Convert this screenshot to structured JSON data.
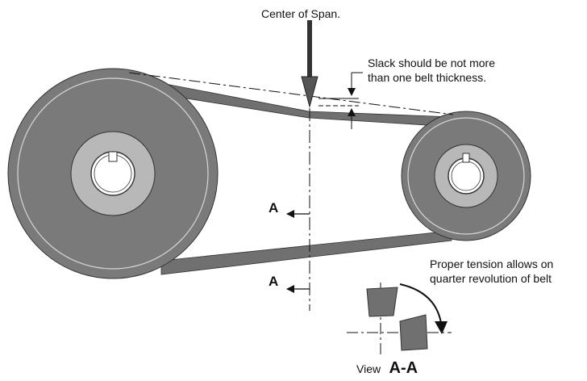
{
  "labels": {
    "center_of_span": "Center of Span.",
    "slack_line1": "Slack should be not more",
    "slack_line2": "than one belt thickness.",
    "tension_line1": "Proper tension allows on",
    "tension_line2": "quarter revolution of belt",
    "section_top": "A",
    "section_bottom": "A",
    "view_word": "View",
    "view_id": "A-A"
  },
  "colors": {
    "pulley_outer": "#7a7a7a",
    "pulley_hub": "#b8b8b8",
    "belt": "#707070",
    "line": "#111111",
    "background": "#ffffff"
  }
}
